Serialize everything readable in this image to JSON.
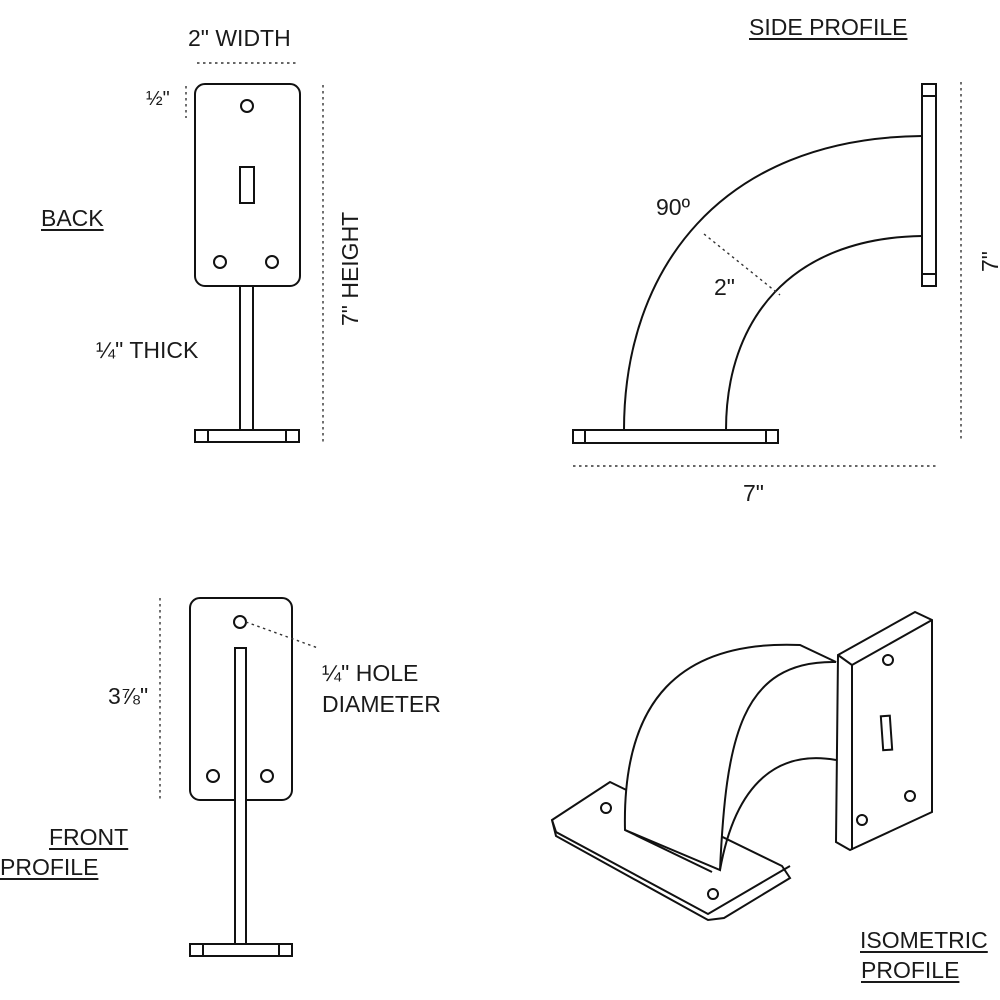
{
  "labels": {
    "width": "2\" WIDTH",
    "half": "½\"",
    "back": "BACK",
    "height": "7\" HEIGHT",
    "thick": "¼\" THICK",
    "side_profile": "SIDE PROFILE",
    "angle": "90º",
    "band": "2\"",
    "side_height": "7\"",
    "side_width": "7\"",
    "front_dim": "3⅞\"",
    "hole_line1": "¼\" HOLE",
    "hole_line2": "DIAMETER",
    "front_profile_line1": "FRONT",
    "front_profile_line2": "PROFILE",
    "iso_line1": "ISOMETRIC",
    "iso_line2": "PROFILE"
  }
}
